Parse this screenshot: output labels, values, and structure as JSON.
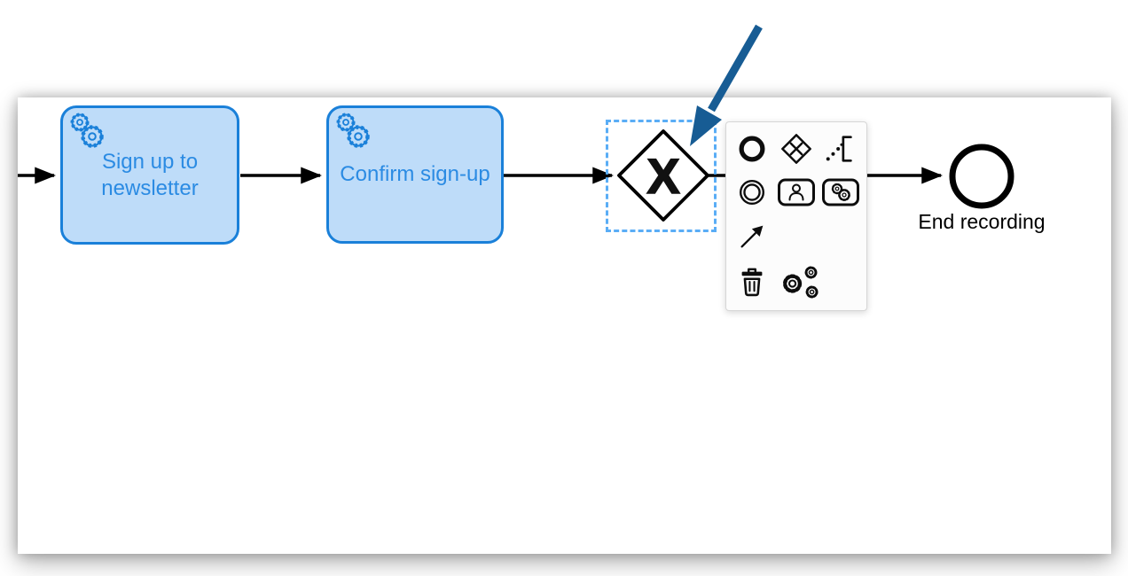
{
  "colors": {
    "task_fill": "#bedcf9",
    "task_stroke": "#1a80d9",
    "task_text": "#2b8be3",
    "selection": "#5aadf6",
    "annotation_arrow": "#175c94",
    "flow_stroke": "#000000",
    "pad_bg": "#fcfcfc",
    "pad_border": "#d6d6d6"
  },
  "diagram": {
    "tasks": [
      {
        "label": "Sign up to newsletter",
        "type": "service-task",
        "icon": "service-gears-icon"
      },
      {
        "label": "Confirm sign-up",
        "type": "service-task",
        "icon": "service-gears-icon"
      }
    ],
    "gateway": {
      "type": "exclusive-gateway",
      "symbol": "X"
    },
    "end_event": {
      "label": "End recording"
    }
  },
  "context_pad": {
    "entries": [
      {
        "name": "append-end-event",
        "icon": "end-event-icon"
      },
      {
        "name": "append-gateway",
        "icon": "gateway-icon"
      },
      {
        "name": "append-text-annotation",
        "icon": "text-annotation-icon"
      },
      {
        "name": "append-intermediate-event",
        "icon": "intermediate-event-icon"
      },
      {
        "name": "append-user-task",
        "icon": "user-task-icon"
      },
      {
        "name": "append-service-task",
        "icon": "service-task-icon"
      },
      {
        "name": "connect-tool",
        "icon": "connect-arrow-icon"
      },
      {
        "name": "delete-element",
        "icon": "trash-icon"
      },
      {
        "name": "element-settings",
        "icon": "settings-gears-icon"
      }
    ]
  },
  "annotation": {
    "type": "pointer-arrow",
    "points_at": "exclusive-gateway"
  }
}
